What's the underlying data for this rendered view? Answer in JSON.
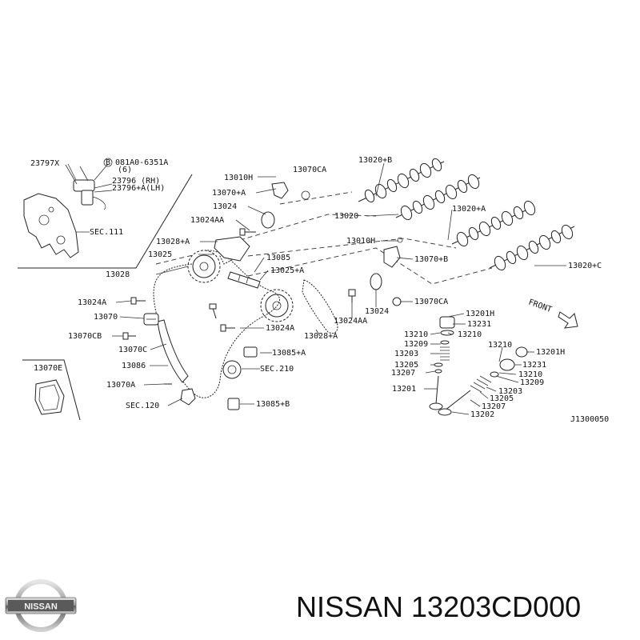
{
  "brand": "NISSAN",
  "part_number_title": "NISSAN 13203CD000",
  "diagram_code": "J1300050",
  "front_label": "FRONT",
  "labels": {
    "l23797x": "23797X",
    "lbolt": "B 081A0-6351A",
    "lbolt6": "(6)",
    "l23796": "23796   (RH)",
    "l23796a": "23796+A(LH)",
    "lsec111": "SEC.111",
    "l13010h_a": "13010H",
    "l13070ca_a": "13070CA",
    "l13070a_top": "13070+A",
    "l13024_top": "13024",
    "l13024aa_top": "13024AA",
    "l13028a_top": "13028+A",
    "l13025": "13025",
    "l13085": "13085",
    "l13025a": "13025+A",
    "l13028": "13028",
    "l13024a_l": "13024A",
    "l13070": "13070",
    "l13070cb": "13070CB",
    "l13070c": "13070C",
    "l13086": "13086",
    "l13070a_l": "13070A",
    "lsec120": "SEC.120",
    "l13024a_m": "13024A",
    "l13085a": "13085+A",
    "lsec210": "SEC.210",
    "l13085b": "13085+B",
    "l13028a_m": "13028+A",
    "l13024aa_m": "13024AA",
    "l13024_m": "13024",
    "l13070ca_m": "13070CA",
    "l13010h_b": "13010H",
    "l13070b": "13070+B",
    "l13020b": "13020+B",
    "l13020": "13020",
    "l13020a": "13020+A",
    "l13020c": "13020+C",
    "l13070e": "13070E",
    "v13201h_a": "13201H",
    "v13231_a": "13231",
    "v13210_a1": "13210",
    "v13210_a2": "13210",
    "v13209_a": "13209",
    "v13203_a": "13203",
    "v13205_a": "13205",
    "v13207_a": "13207",
    "v13201_a": "13201",
    "v13210_b1": "13210",
    "v13201h_b": "13201H",
    "v13231_b": "13231",
    "v13210_b2": "13210",
    "v13209_b": "13209",
    "v13203_b": "13203",
    "v13205_b": "13205",
    "v13207_b": "13207",
    "v13202_b": "13202"
  }
}
